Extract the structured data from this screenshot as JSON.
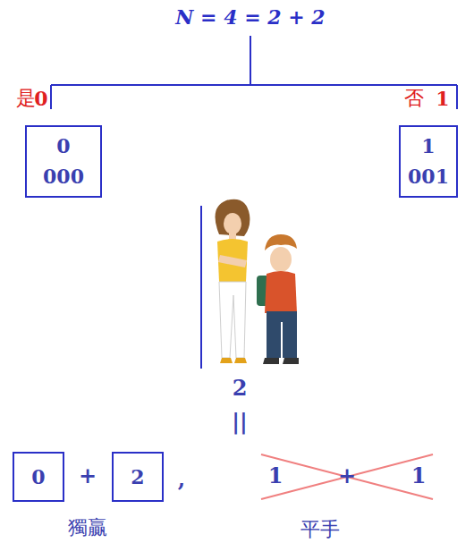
{
  "diagram": {
    "title": "N = 4 = 2 + 2",
    "nodes": [
      {
        "text": [
          "0",
          "000"
        ]
      },
      {
        "text": [
          "1",
          "001"
        ]
      },
      {
        "text": [
          "0"
        ]
      },
      {
        "text": [
          "2"
        ]
      }
    ],
    "labels": [
      "是",
      "0",
      "否",
      "1",
      "2",
      "||",
      "+",
      ",",
      "1",
      "+",
      "1",
      "獨贏",
      "平手"
    ]
  }
}
